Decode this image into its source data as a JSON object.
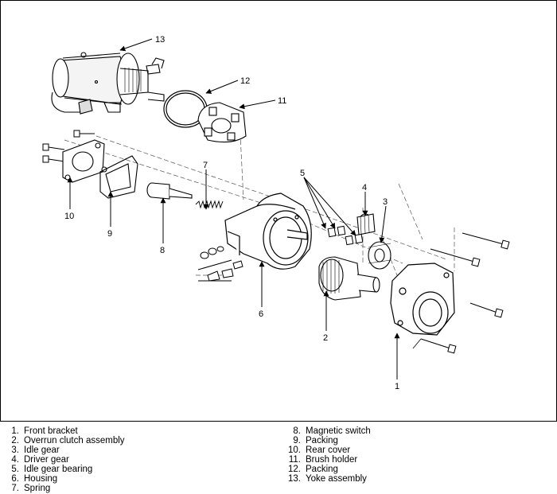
{
  "callouts": {
    "c1": "1",
    "c2": "2",
    "c3": "3",
    "c4": "4",
    "c5": "5",
    "c6": "6",
    "c7": "7",
    "c8": "8",
    "c9": "9",
    "c10": "10",
    "c11": "11",
    "c12": "12",
    "c13": "13"
  },
  "legend": {
    "left": [
      {
        "num": "1.",
        "text": "Front bracket"
      },
      {
        "num": "2.",
        "text": "Overrun clutch assembly"
      },
      {
        "num": "3.",
        "text": "Idle gear"
      },
      {
        "num": "4.",
        "text": "Driver gear"
      },
      {
        "num": "5.",
        "text": "Idle gear bearing"
      },
      {
        "num": "6.",
        "text": "Housing"
      },
      {
        "num": "7.",
        "text": "Spring"
      }
    ],
    "right": [
      {
        "num": "8.",
        "text": "Magnetic switch"
      },
      {
        "num": "9.",
        "text": "Packing"
      },
      {
        "num": "10.",
        "text": "Rear cover"
      },
      {
        "num": "11.",
        "text": "Brush holder"
      },
      {
        "num": "12.",
        "text": "Packing"
      },
      {
        "num": "13.",
        "text": "Yoke assembly"
      }
    ]
  }
}
